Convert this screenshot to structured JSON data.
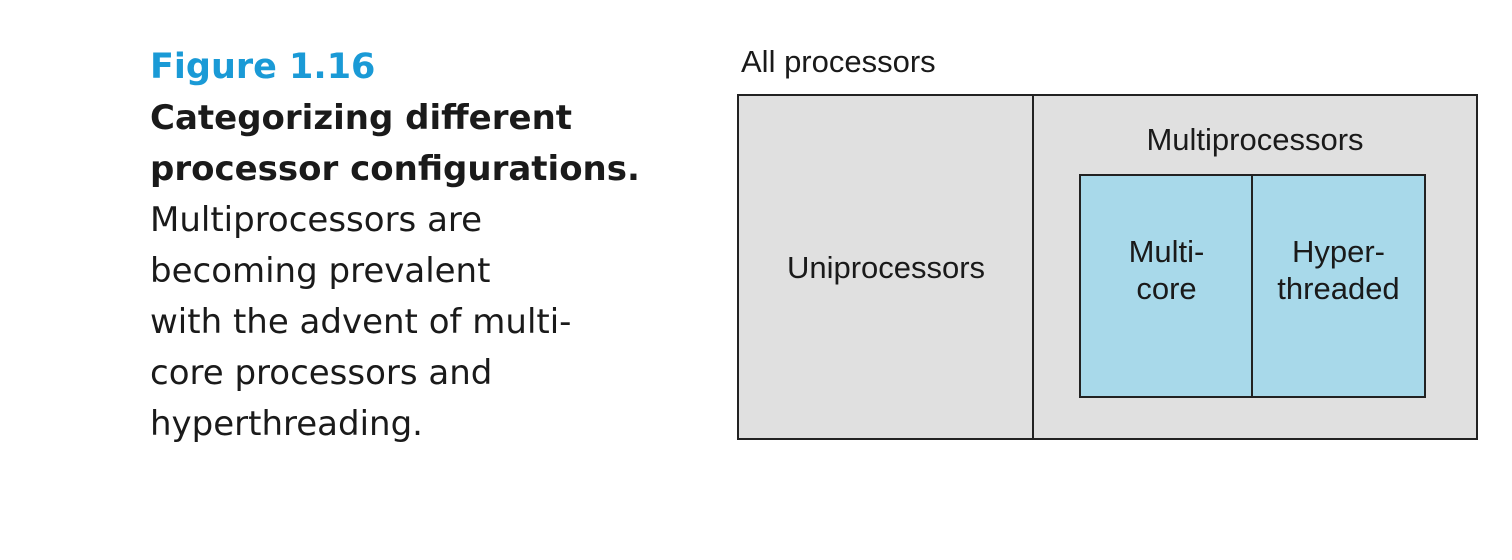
{
  "caption": {
    "figure_number": "Figure 1.16",
    "heading_lines": [
      "Categorizing different",
      "processor configurations."
    ],
    "body_lines": [
      "Multiprocessors are",
      "becoming prevalent",
      "with the advent of multi-",
      "core processors and",
      "hyperthreading."
    ]
  },
  "diagram": {
    "outer_label": "All processors",
    "uniprocessors_label": "Uniprocessors",
    "multiprocessors_label": "Multiprocessors",
    "multicore_label_line1": "Multi-",
    "multicore_label_line2": "core",
    "hyperthreaded_label_line1": "Hyper-",
    "hyperthreaded_label_line2": "threaded"
  },
  "colors": {
    "figure_number": "#1a9ad6",
    "outer_fill": "#e0e0e0",
    "inner_fill": "#a8d9ea",
    "border": "#222222"
  }
}
